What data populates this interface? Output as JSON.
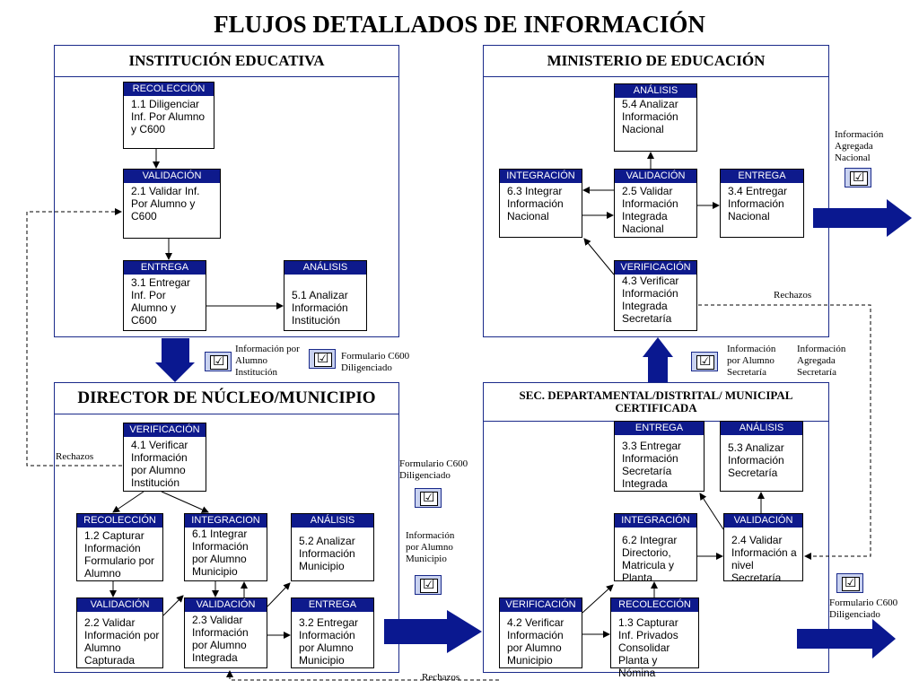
{
  "title": "FLUJOS DETALLADOS DE INFORMACIÓN",
  "panels": {
    "institucion": "INSTITUCIÓN EDUCATIVA",
    "ministerio": "MINISTERIO DE EDUCACIÓN",
    "director": "DIRECTOR DE NÚCLEO/MUNICIPIO",
    "secretaria": "SEC. DEPARTAMENTAL/DISTRITAL/ MUNICIPAL CERTIFICADA"
  },
  "boxes": {
    "b11": {
      "header": "RECOLECCIÓN",
      "text": "1.1 Diligenciar Inf.  Por Alumno y C600"
    },
    "b21": {
      "header": "VALIDACIÓN",
      "text": "2.1 Validar Inf. Por Alumno y C600"
    },
    "b31": {
      "header": "ENTREGA",
      "text": "3.1 Entregar Inf.  Por Alumno y C600"
    },
    "b51": {
      "header": "ANÁLISIS",
      "text": "5.1 Analizar Información Institución"
    },
    "b54": {
      "header": "ANÁLISIS",
      "text": "5.4 Analizar Información Nacional"
    },
    "b63": {
      "header": "INTEGRACIÓN",
      "text": "6.3 Integrar Información Nacional"
    },
    "b25": {
      "header": "VALIDACIÓN",
      "text": "2.5 Validar Información Integrada Nacional"
    },
    "b34": {
      "header": "ENTREGA",
      "text": "3.4 Entregar Información Nacional"
    },
    "b43": {
      "header": "VERIFICACIÓN",
      "text": "4.3 Verificar Información Integrada Secretaría"
    },
    "b41": {
      "header": "VERIFICACIÓN",
      "text": "4.1 Verificar Información por Alumno Institución"
    },
    "b12": {
      "header": "RECOLECCIÓN",
      "text": "1.2 Capturar Información Formulario por Alumno"
    },
    "b61": {
      "header": "INTEGRACION",
      "text": "6.1 Integrar Información por Alumno Municipio"
    },
    "b52": {
      "header": "ANÁLISIS",
      "text": "5.2 Analizar Información Municipio"
    },
    "b22": {
      "header": "VALIDACIÓN",
      "text": "2.2 Validar Información por Alumno Capturada"
    },
    "b23": {
      "header": "VALIDACIÓN",
      "text": "2.3 Validar Información por Alumno Integrada"
    },
    "b32": {
      "header": "ENTREGA",
      "text": "3.2 Entregar Información por Alumno Municipio"
    },
    "b33": {
      "header": "ENTREGA",
      "text": "3.3 Entregar Información Secretaría Integrada"
    },
    "b53": {
      "header": "ANÁLISIS",
      "text": "5.3 Analizar Información Secretaría"
    },
    "b62": {
      "header": "INTEGRACIÓN",
      "text": "6.2 Integrar Directorio, Matricula y Planta"
    },
    "b24": {
      "header": "VALIDACIÓN",
      "text": "2.4 Validar Información a nivel Secretaría"
    },
    "b42": {
      "header": "VERIFICACIÓN",
      "text": "4.2 Verificar Información por Alumno Municipio"
    },
    "b13": {
      "header": "RECOLECCIÓN",
      "text": "1.3 Capturar Inf. Privados Consolidar Planta y Nómina"
    }
  },
  "notes": {
    "info_agregada_nacional": "Información Agregada Nacional",
    "rechazos_ministerio": "Rechazos",
    "info_alumno_institucion": "Información por Alumno Institución",
    "formulario_c600_top": "Formulario C600 Diligenciado",
    "info_alumno_secretaria": "Información por Alumno Secretaría",
    "info_agregada_secretaria": "Información Agregada Secretaría",
    "rechazos_director": "Rechazos",
    "formulario_c600_mid": "Formulario C600 Diligenciado",
    "info_alumno_municipio": "Información por Alumno Municipio",
    "formulario_c600_right": "Formulario C600 Diligenciado",
    "rechazos_bottom": "Rechazos"
  },
  "icons": {
    "doc_check_glyph": "☑",
    "doc_icon_name": "document-check-icon",
    "arrow_name": "big-flow-arrow"
  },
  "colors": {
    "arrow_fill": "#0a1890",
    "box_header": "#0e1a8c",
    "panel_border": "#1a2a8a"
  }
}
